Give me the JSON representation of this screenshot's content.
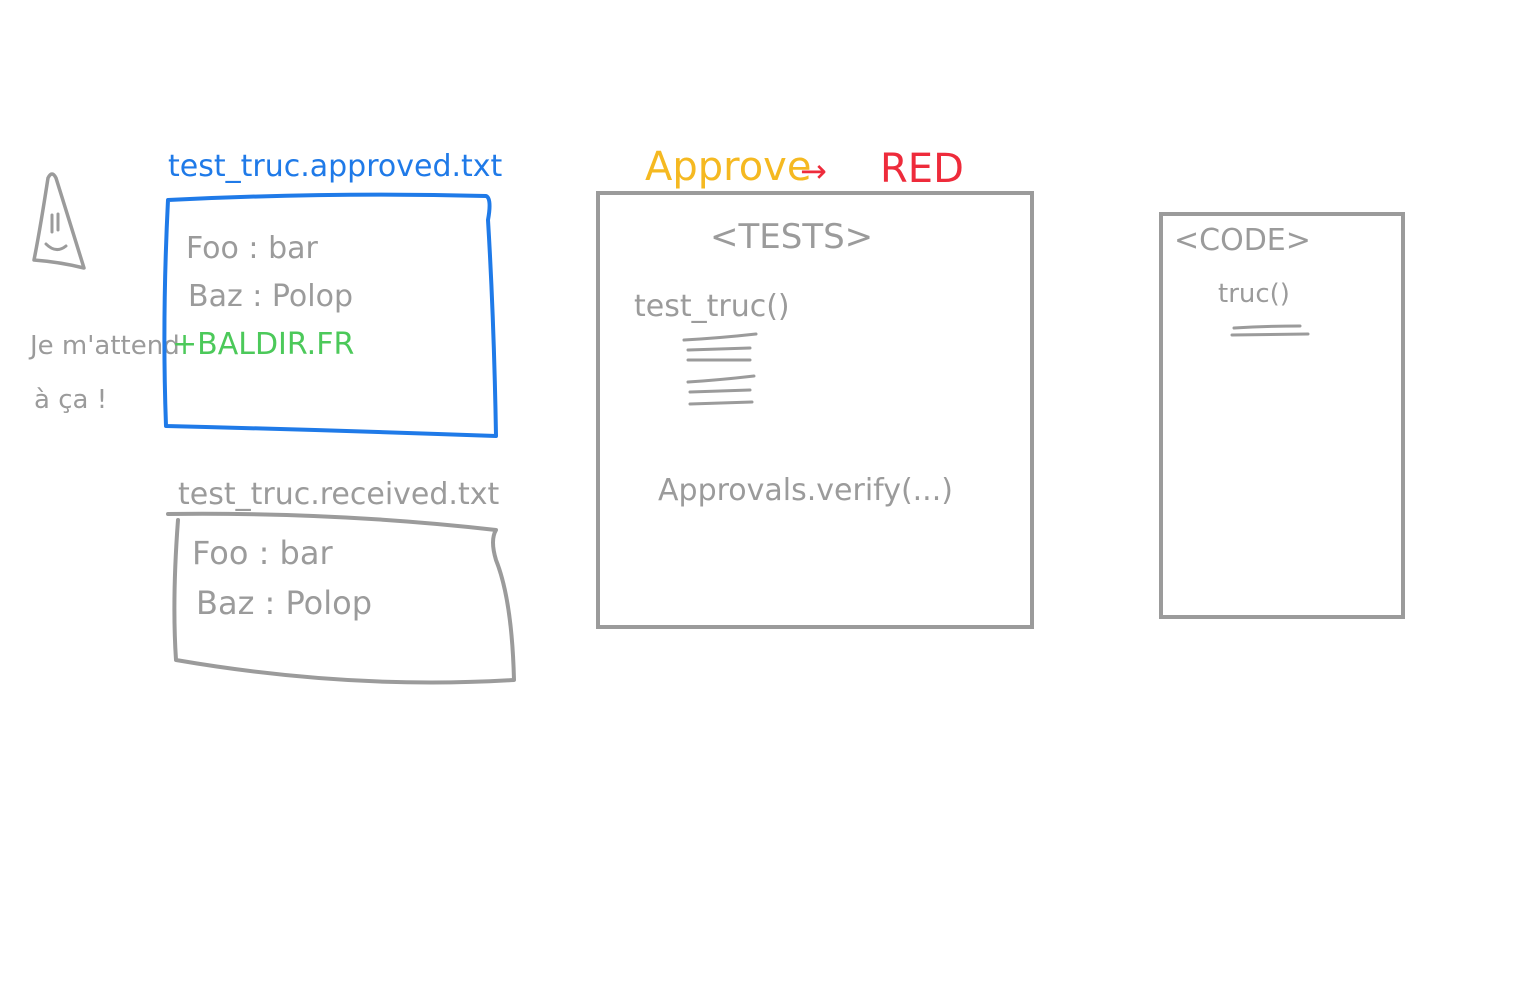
{
  "colors": {
    "approved": "#1f7ae8",
    "received": "#9b9b9b",
    "added_line": "#4cc95a",
    "approve_label": "#f5b921",
    "red_label": "#ee2b3b",
    "box_stroke": "#9b9b9b"
  },
  "character": {
    "speech_line1": "Je m'attend",
    "speech_line2": "à ça !"
  },
  "approved_file": {
    "filename": "test_truc.approved.txt",
    "lines": [
      "Foo : bar",
      "Baz : Polop"
    ],
    "added_line": "+BALDIR.FR"
  },
  "received_file": {
    "filename": "test_truc.received.txt",
    "lines": [
      "Foo : bar",
      "Baz : Polop"
    ]
  },
  "status": {
    "step": "Approve",
    "arrow": "→",
    "result": "RED"
  },
  "tests_panel": {
    "title": "<TESTS>",
    "function": "test_truc()",
    "verify_call": "Approvals.verify(...)"
  },
  "code_panel": {
    "title": "<CODE>",
    "function": "truc()"
  }
}
